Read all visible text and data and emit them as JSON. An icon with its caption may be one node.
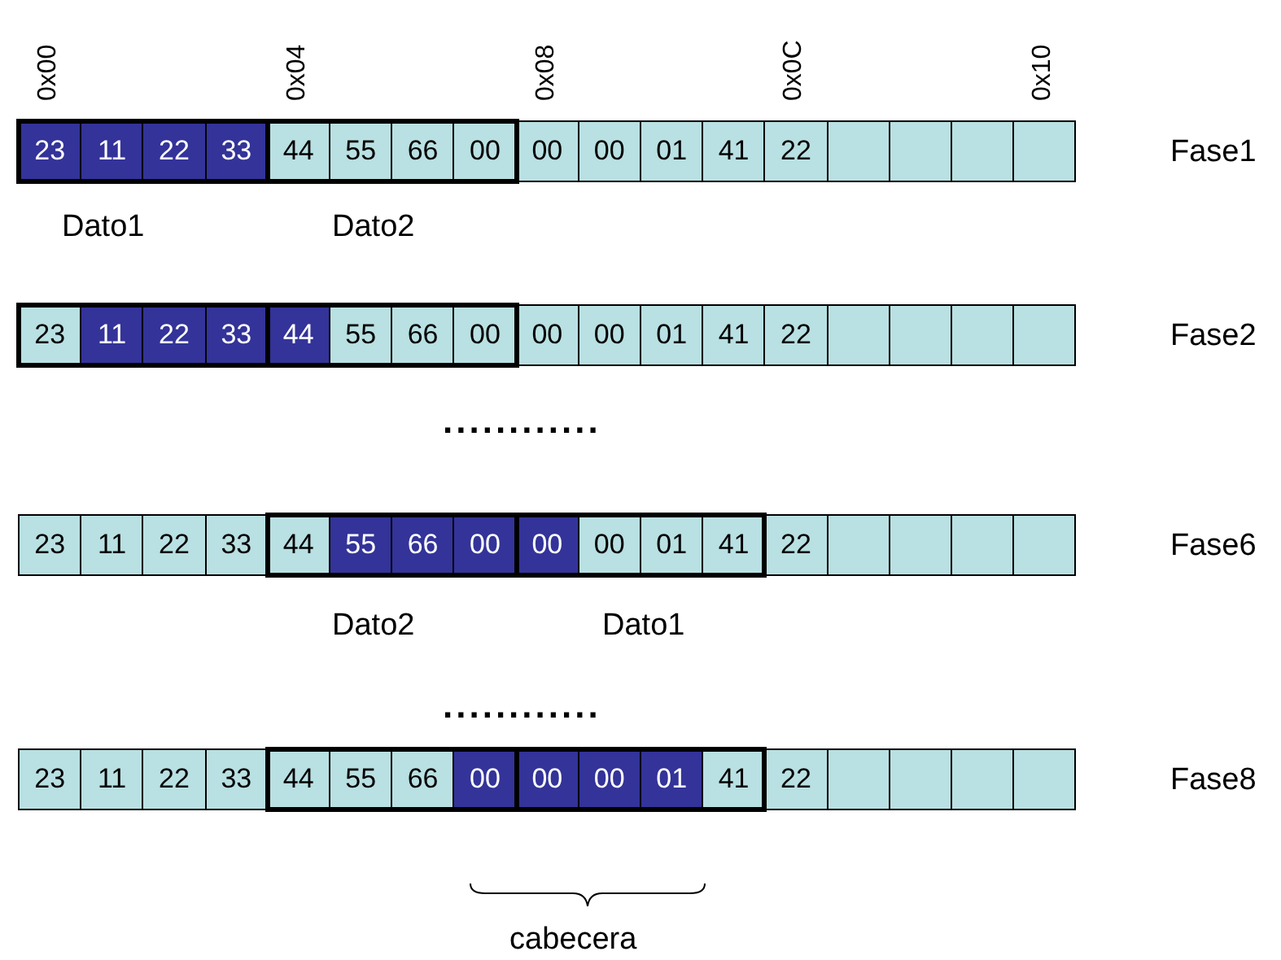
{
  "diagram": {
    "nodes": [
      {
        "text": [
          "23"
        ]
      },
      {
        "text": [
          "11"
        ]
      },
      {
        "text": [
          "22"
        ]
      },
      {
        "text": [
          "33"
        ]
      },
      {
        "text": [
          "44"
        ]
      },
      {
        "text": [
          "55"
        ]
      },
      {
        "text": [
          "66"
        ]
      },
      {
        "text": [
          "00"
        ]
      },
      {
        "text": [
          "00"
        ]
      },
      {
        "text": [
          "00"
        ]
      },
      {
        "text": [
          "01"
        ]
      },
      {
        "text": [
          "41"
        ]
      },
      {
        "text": [
          "22"
        ]
      },
      {
        "text": [],
        "shape": "box"
      },
      {
        "text": [],
        "shape": "box"
      },
      {
        "text": [],
        "shape": "box"
      },
      {
        "text": [],
        "shape": "box"
      },
      {
        "text": [
          "23"
        ]
      },
      {
        "text": [
          "11"
        ]
      },
      {
        "text": [
          "22"
        ]
      },
      {
        "text": [
          "33"
        ]
      },
      {
        "text": [
          "44"
        ]
      },
      {
        "text": [
          "55"
        ]
      },
      {
        "text": [
          "66"
        ]
      },
      {
        "text": [
          "00"
        ]
      },
      {
        "text": [
          "00"
        ]
      },
      {
        "text": [
          "00"
        ]
      },
      {
        "text": [
          "01"
        ]
      },
      {
        "text": [
          "41"
        ]
      },
      {
        "text": [
          "22"
        ]
      },
      {
        "text": [],
        "shape": "box"
      },
      {
        "text": [],
        "shape": "box"
      },
      {
        "text": [],
        "shape": "box"
      },
      {
        "text": [],
        "shape": "box"
      },
      {
        "text": [
          "23"
        ]
      },
      {
        "text": [
          "11"
        ]
      },
      {
        "text": [
          "22"
        ]
      },
      {
        "text": [
          "33"
        ]
      },
      {
        "text": [
          "44"
        ]
      },
      {
        "text": [
          "55"
        ]
      },
      {
        "text": [
          "66"
        ]
      },
      {
        "text": [
          "00"
        ]
      },
      {
        "text": [
          "00"
        ]
      },
      {
        "text": [
          "00"
        ]
      },
      {
        "text": [
          "01"
        ]
      },
      {
        "text": [
          "41"
        ]
      },
      {
        "text": [
          "22"
        ]
      },
      {
        "text": [],
        "shape": "box"
      },
      {
        "text": [],
        "shape": "box"
      },
      {
        "text": [],
        "shape": "box"
      },
      {
        "text": [],
        "shape": "box"
      },
      {
        "text": [
          "23"
        ]
      },
      {
        "text": [
          "11"
        ]
      },
      {
        "text": [
          "22"
        ]
      },
      {
        "text": [
          "33"
        ]
      },
      {
        "text": [
          "44"
        ]
      },
      {
        "text": [
          "55"
        ]
      },
      {
        "text": [
          "66"
        ]
      },
      {
        "text": [
          "00"
        ]
      },
      {
        "text": [
          "00"
        ]
      },
      {
        "text": [
          "00"
        ]
      },
      {
        "text": [
          "01"
        ]
      },
      {
        "text": [
          "41"
        ]
      },
      {
        "text": [
          "22"
        ]
      },
      {
        "text": [],
        "shape": "box"
      },
      {
        "text": [],
        "shape": "box"
      },
      {
        "text": [],
        "shape": "box"
      },
      {
        "text": [],
        "shape": "box"
      }
    ],
    "labels": [
      "0x00",
      "0x04",
      "0x08",
      "0x0C",
      "0x10",
      "Fase1",
      "Dato1",
      "Dato2",
      "Fase2",
      "............",
      "Fase6",
      "Dato2",
      "Dato1",
      "............",
      "Fase8",
      "cabecera"
    ]
  }
}
